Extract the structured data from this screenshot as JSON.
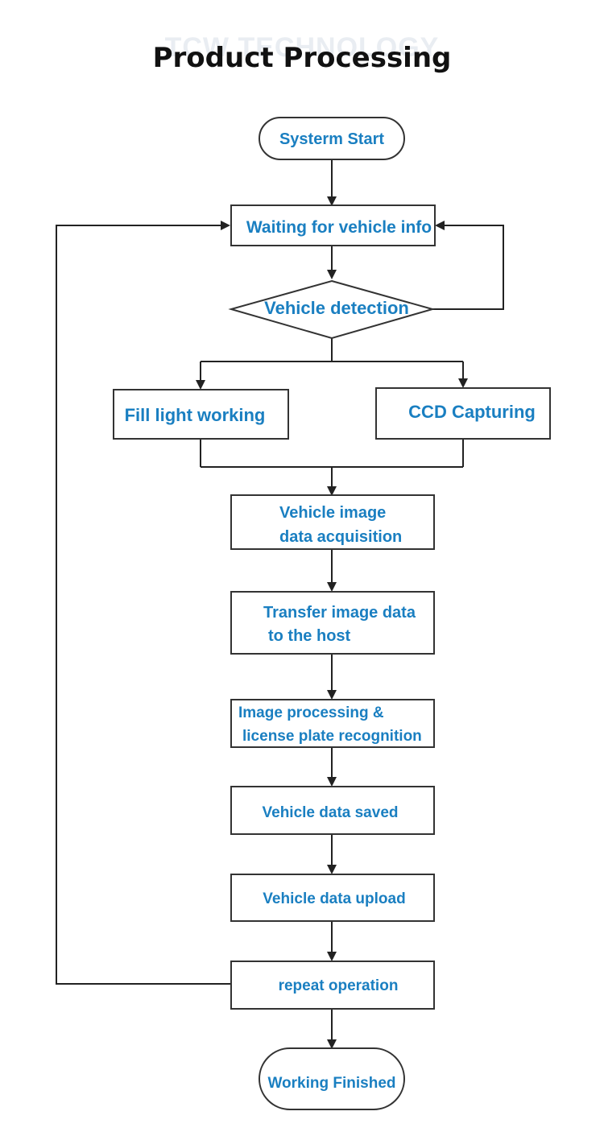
{
  "header": {
    "watermark": "TCW TECHNOLOGY",
    "title": "Product Processing"
  },
  "flowchart": {
    "start": "Systerm Start",
    "waiting": "Waiting for vehicle info",
    "detection": "Vehicle detection",
    "fill_light": "Fill light working",
    "ccd": "CCD Capturing",
    "acquisition": [
      "Vehicle image",
      "data acquisition"
    ],
    "transfer": [
      "Transfer image data",
      "to the host"
    ],
    "processing": [
      "Image processing &",
      "license plate recognition"
    ],
    "saved": "Vehicle data saved",
    "upload": "Vehicle data upload",
    "repeat": "repeat operation",
    "finished": "Working Finished"
  },
  "colors": {
    "node_text": "#1a7fc1",
    "stroke": "#222222",
    "title": "#111111"
  }
}
